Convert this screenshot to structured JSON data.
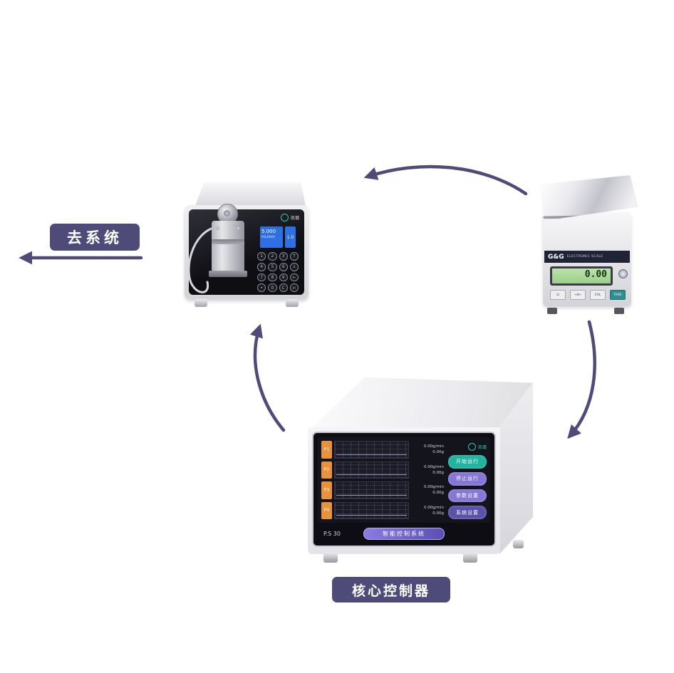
{
  "diagram": {
    "accent_color": "#4e4b78",
    "to_system_label": "去系统",
    "controller_label": "核心控制器"
  },
  "pump": {
    "brand": "凯璐",
    "display": {
      "value": "5.000",
      "unit": "mL/min",
      "aux": "1.0"
    },
    "keys": [
      "1",
      "2",
      "3",
      "↑",
      "4",
      "5",
      "6",
      "↓",
      "7",
      "8",
      "9",
      "←",
      "•",
      "0",
      "C",
      "↵"
    ]
  },
  "scale": {
    "brand": "G&G",
    "brand_sub": "ELECTRONIC SCALE",
    "display_value": "0.00",
    "accent_button_color": "#2e8f8f",
    "buttons": [
      "⏻",
      "→0←",
      "CAL",
      "TARE"
    ]
  },
  "controller": {
    "brand": "凯璐",
    "model": "P.S 30",
    "system_name": "智能控制系统",
    "channels": [
      {
        "tag": "P1",
        "rate": "0.00g/min",
        "total": "0.00g"
      },
      {
        "tag": "P2",
        "rate": "0.00g/min",
        "total": "0.00g"
      },
      {
        "tag": "P3",
        "rate": "0.00g/min",
        "total": "0.00g"
      },
      {
        "tag": "P4",
        "rate": "0.00g/min",
        "total": "0.00g"
      }
    ],
    "buttons": [
      {
        "label": "开始运行",
        "color": "#1fb3a0"
      },
      {
        "label": "停止运行",
        "color": "#8577d6"
      },
      {
        "label": "参数设置",
        "color": "#8577d6"
      },
      {
        "label": "系统设置",
        "color": "#5a52a8"
      }
    ]
  }
}
